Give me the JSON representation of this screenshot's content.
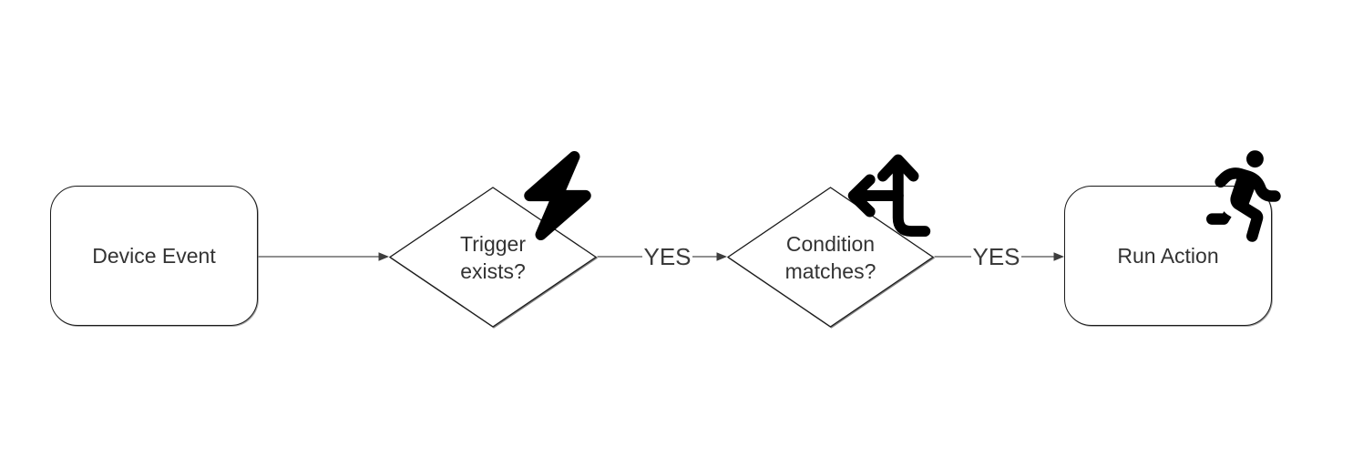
{
  "diagram": {
    "type": "flowchart",
    "colors": {
      "background": "#ffffff",
      "shape_stroke": "#1a1a1a",
      "connector_line": "#4d4d4d",
      "arrowhead": "#3d3d3d",
      "node_text": "#333333",
      "edge_label_text": "#3b3b3b",
      "icon": "#000000"
    },
    "nodes": {
      "device_event": {
        "shape": "rounded-rectangle",
        "label": "Device Event"
      },
      "trigger_exists": {
        "shape": "diamond",
        "line1": "Trigger",
        "line2": "exists?",
        "icon": "lightning-bolt-icon"
      },
      "condition_matches": {
        "shape": "diamond",
        "line1": "Condition",
        "line2": "matches?",
        "icon": "split-arrows-up-left-icon"
      },
      "run_action": {
        "shape": "rounded-rectangle",
        "label": "Run Action",
        "icon": "person-running-icon"
      }
    },
    "edges": {
      "device_to_trigger": {
        "from": "device_event",
        "to": "trigger_exists",
        "label": ""
      },
      "trigger_to_condition": {
        "from": "trigger_exists",
        "to": "condition_matches",
        "label": "YES"
      },
      "condition_to_action": {
        "from": "condition_matches",
        "to": "run_action",
        "label": "YES"
      }
    }
  }
}
